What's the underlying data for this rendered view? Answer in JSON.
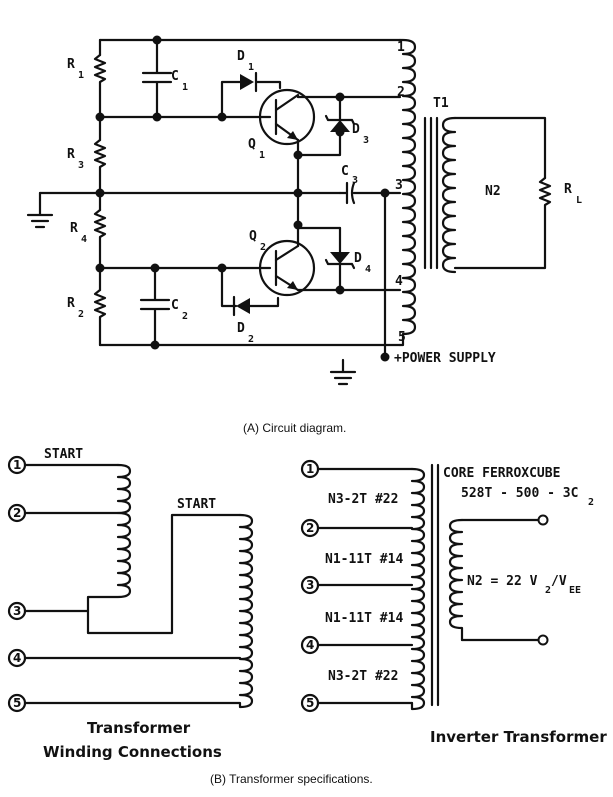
{
  "diagram_a": {
    "labels": {
      "r1": "R",
      "r1_sub": "1",
      "r3": "R",
      "r3_sub": "3",
      "r4": "R",
      "r4_sub": "4",
      "r2": "R",
      "r2_sub": "2",
      "c1": "C",
      "c1_sub": "1",
      "c2": "C",
      "c2_sub": "2",
      "c3": "C",
      "c3_sub": "3",
      "d1": "D",
      "d1_sub": "1",
      "d2": "D",
      "d2_sub": "2",
      "d3": "D",
      "d3_sub": "3",
      "d4": "D",
      "d4_sub": "4",
      "q1": "Q",
      "q1_sub": "1",
      "q2": "Q",
      "q2_sub": "2",
      "t1": "T1",
      "n2": "N2",
      "rl": "R",
      "rl_sub": "L",
      "tap1": "1",
      "tap2": "2",
      "tap3": "3",
      "tap4": "4",
      "tap5": "5",
      "power_supply": "+POWER SUPPLY"
    },
    "caption": "(A) Circuit diagram."
  },
  "diagram_b": {
    "start_left": "START",
    "start_right": "START",
    "pins": [
      "1",
      "2",
      "3",
      "4",
      "5"
    ],
    "left_title_line1": "Transformer",
    "left_title_line2": "Winding Connections",
    "core_line1": "CORE FERROXCUBE",
    "core_line2_a": "528T - 500 - 3C",
    "core_line2_sub": "2",
    "winding1": "N3-2T #22",
    "winding2": "N1-11T #14",
    "winding3": "N1-11T #14",
    "winding4": "N3-2T #22",
    "n2_a": "N2 = 22 V",
    "n2_sub1": "2",
    "n2_b": "/V",
    "n2_sub2": "EE",
    "right_title": "Inverter Transformer",
    "caption": "(B) Transformer specifications."
  }
}
